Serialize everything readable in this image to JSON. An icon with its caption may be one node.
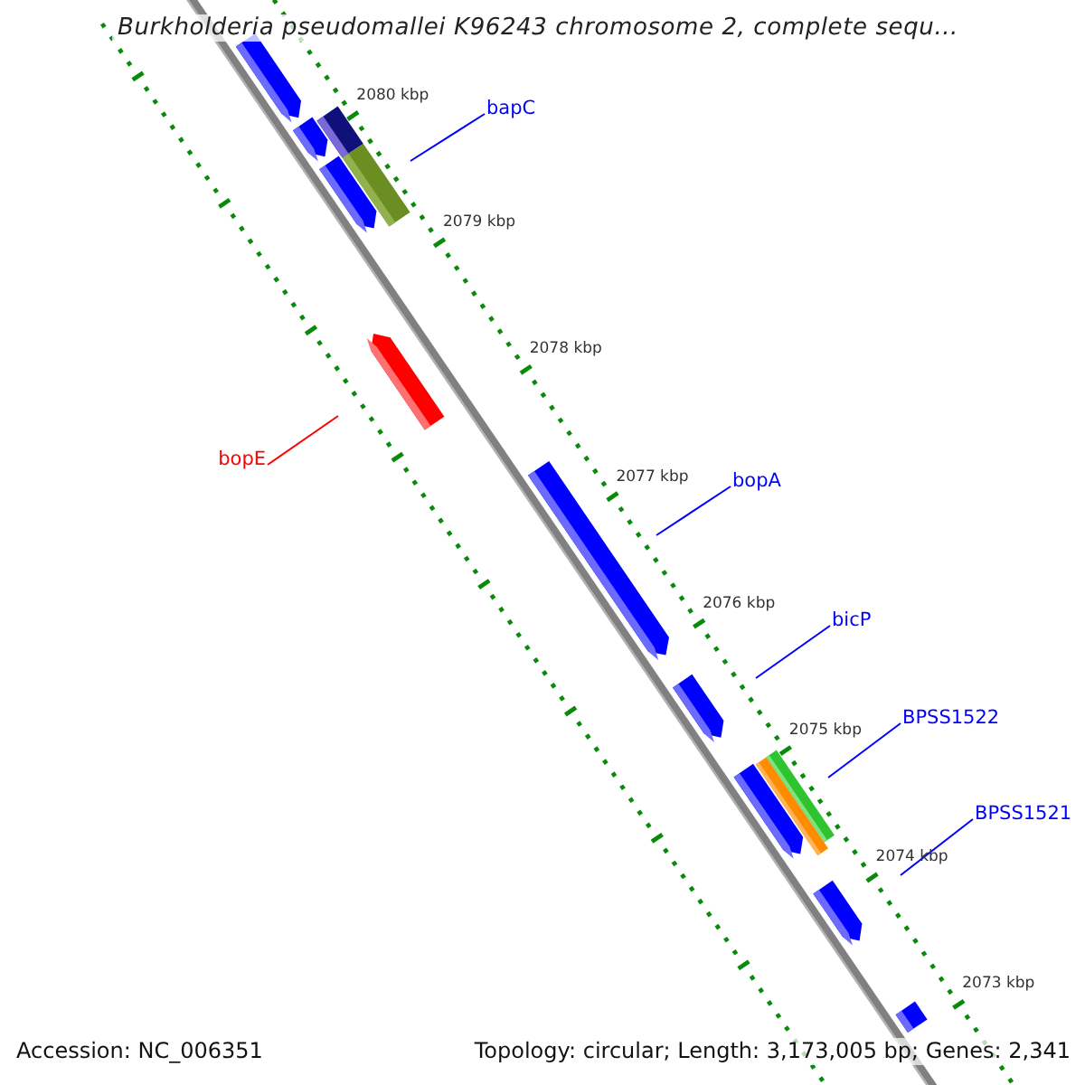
{
  "diagram": {
    "title": "Burkholderia pseudomallei K96243 chromosome 2, complete sequ...",
    "nodes": [
      {
        "text": [
          "bapC"
        ]
      },
      {
        "text": [
          "bopE"
        ]
      },
      {
        "text": [
          "bopA"
        ]
      },
      {
        "text": [
          "bicP"
        ]
      },
      {
        "text": [
          "BPSS1522"
        ]
      },
      {
        "text": [
          "BPSS1521"
        ]
      },
      {
        "text": [],
        "shape": "bar"
      },
      {
        "text": [],
        "shape": "bar"
      },
      {
        "text": [],
        "shape": "bar"
      },
      {
        "text": [],
        "shape": "bar"
      },
      {
        "text": [],
        "shape": "bar"
      },
      {
        "text": [],
        "shape": "bar"
      },
      {
        "text": [],
        "shape": "bar"
      },
      {
        "text": [],
        "shape": "bar"
      },
      {
        "text": [],
        "shape": "bar"
      },
      {
        "text": [],
        "shape": "bar"
      },
      {
        "text": [],
        "shape": "bar"
      },
      {
        "text": [],
        "shape": "bar"
      },
      {
        "text": [],
        "shape": "bar"
      }
    ],
    "edges": [
      {
        "from": 0,
        "to": 10,
        "arrow": "none"
      },
      {
        "from": 1,
        "to": 11,
        "arrow": "none",
        "color": "#ff0000"
      },
      {
        "from": 2,
        "to": 12,
        "arrow": "none"
      },
      {
        "from": 3,
        "to": 13,
        "arrow": "none"
      },
      {
        "from": 4,
        "to": 16,
        "arrow": "none"
      },
      {
        "from": 5,
        "to": 17,
        "arrow": "none"
      }
    ],
    "labels": [
      "2080 kbp",
      "2079 kbp",
      "2078 kbp",
      "2077 kbp",
      "2076 kbp",
      "2075 kbp",
      "2074 kbp",
      "2073 kbp",
      "Accession: NC_006351",
      "Topology: circular; Length: 3,173,005 bp; Genes: 2,341"
    ]
  }
}
